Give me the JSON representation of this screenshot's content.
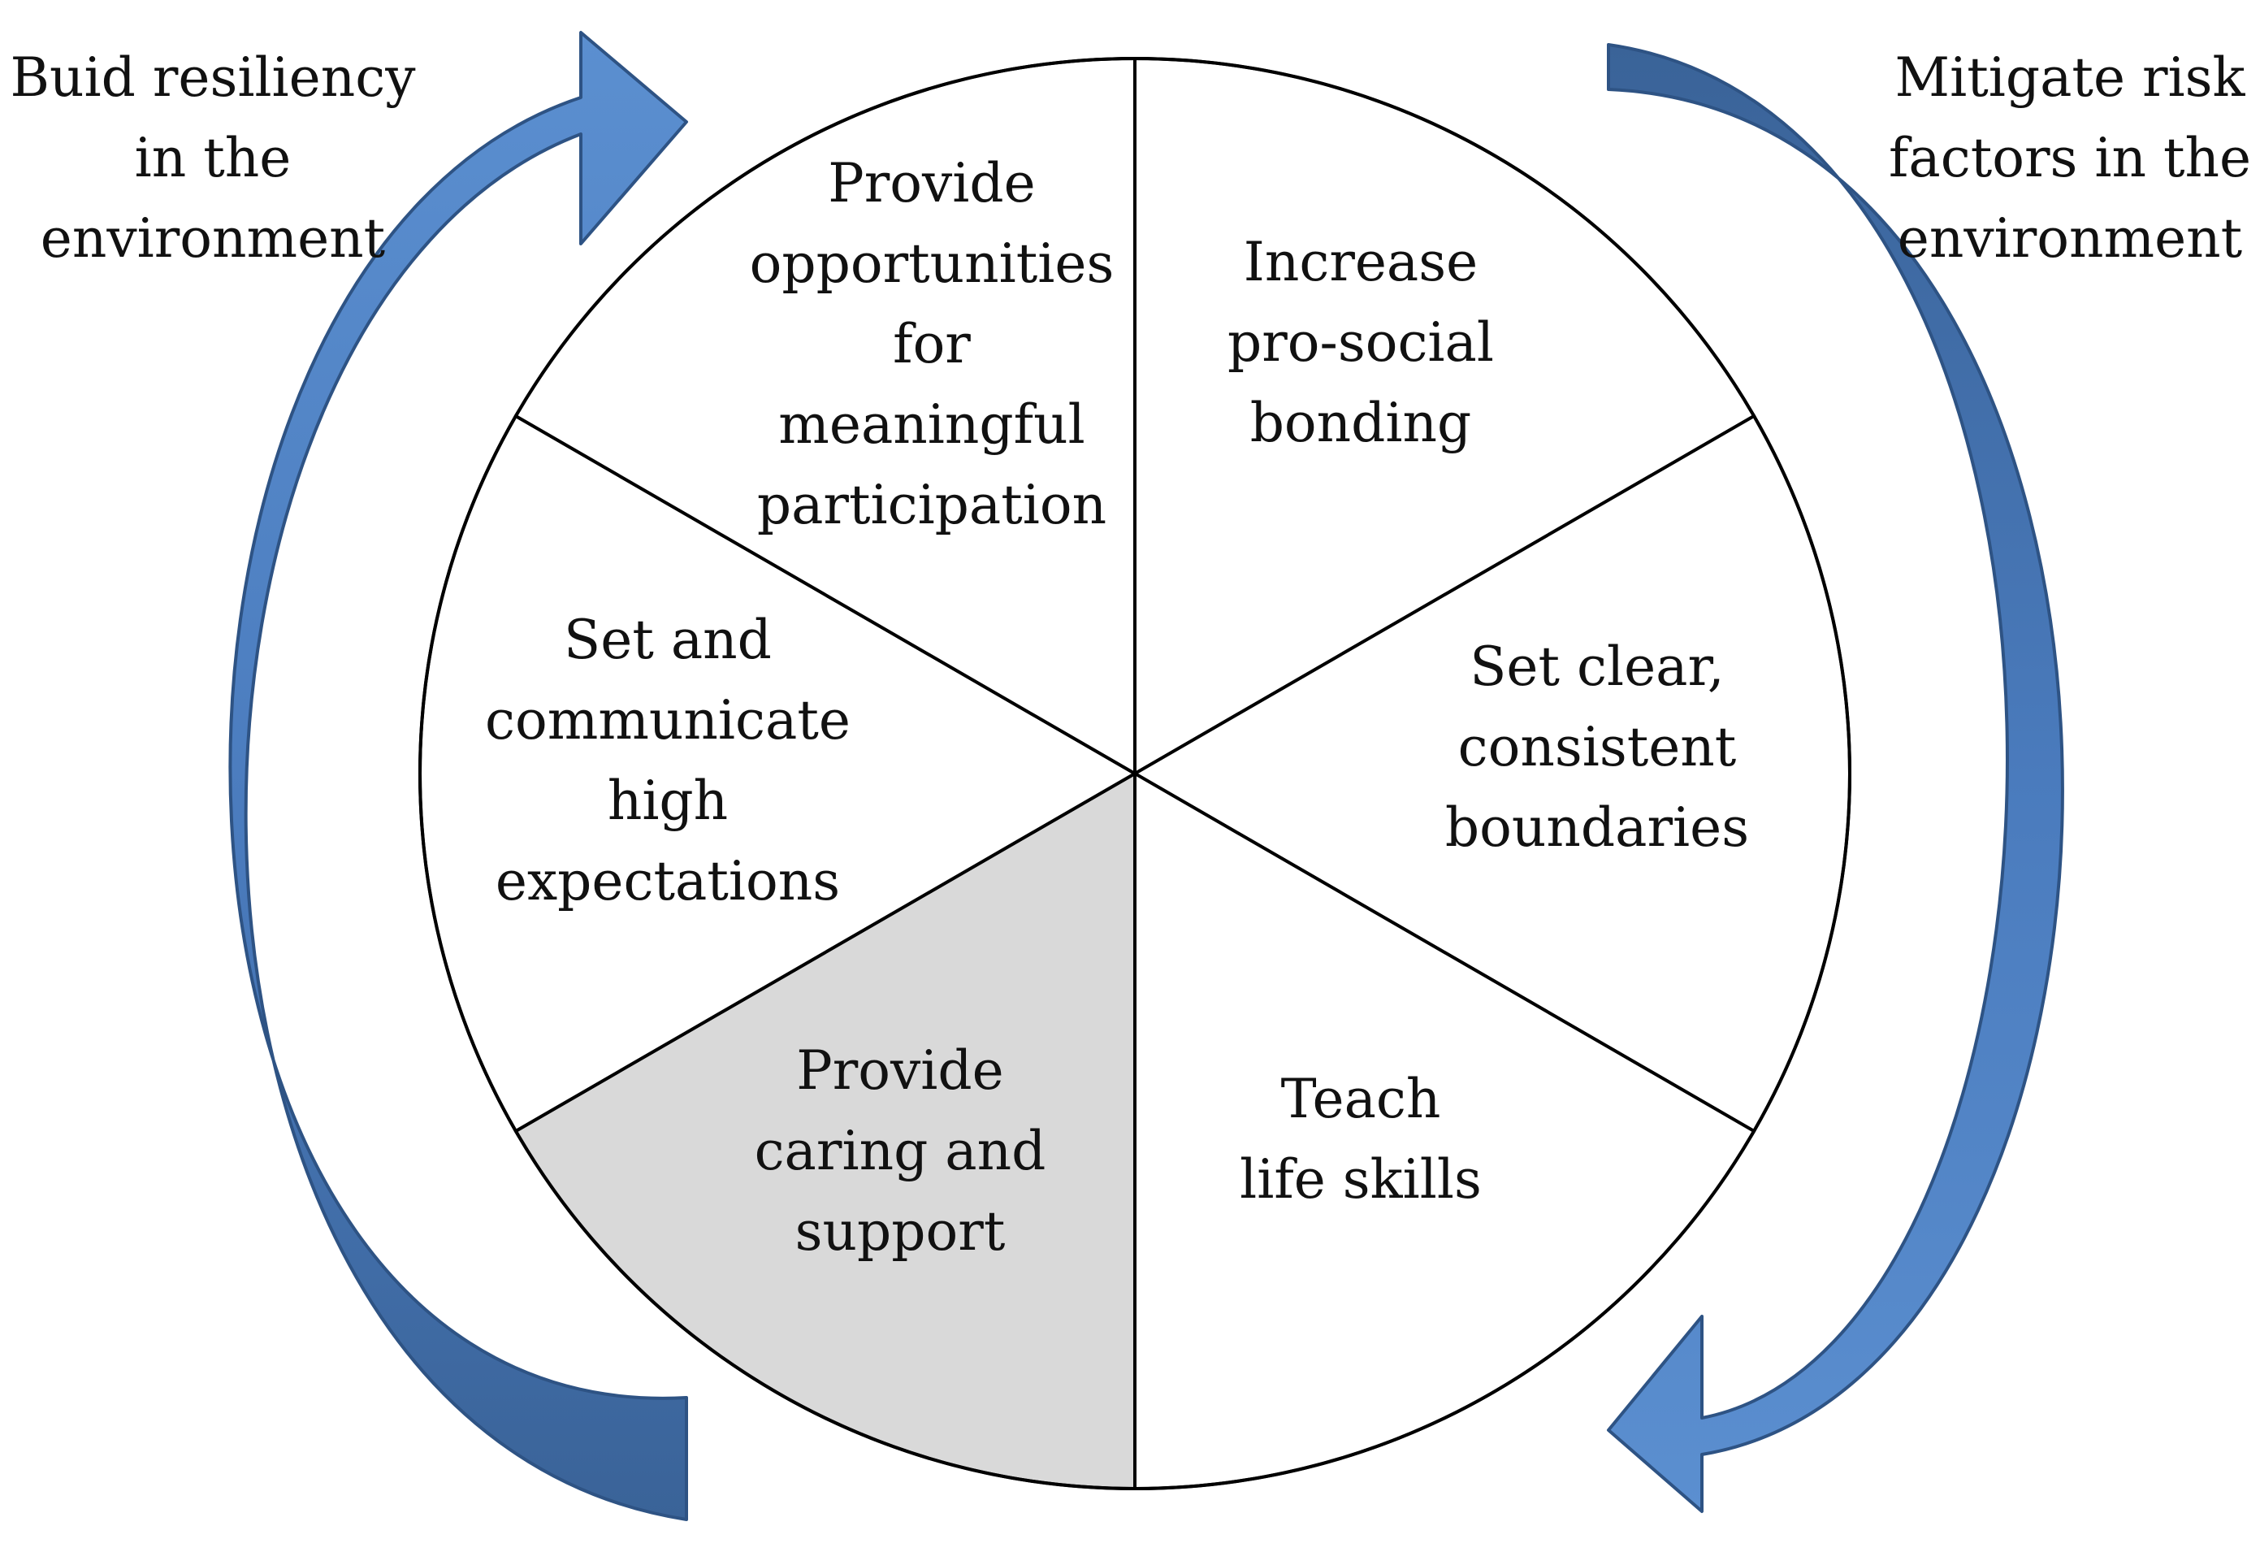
{
  "diagram": {
    "left_caption": [
      "Buid resiliency",
      "in the",
      "environment"
    ],
    "right_caption": [
      "Mitigate risk",
      "factors in the",
      "environment"
    ],
    "segments": [
      {
        "lines": [
          "Increase",
          "pro-social",
          "bonding"
        ],
        "fill": "#ffffff"
      },
      {
        "lines": [
          "Set clear,",
          "consistent",
          "boundaries"
        ],
        "fill": "#ffffff"
      },
      {
        "lines": [
          "Teach",
          "life skills"
        ],
        "fill": "#ffffff"
      },
      {
        "lines": [
          "Provide",
          "caring and",
          "support"
        ],
        "fill": "#d9d9d9"
      },
      {
        "lines": [
          "Set and",
          "communicate",
          "high",
          "expectations"
        ],
        "fill": "#ffffff"
      },
      {
        "lines": [
          "Provide",
          "opportunities",
          "for",
          "meaningful",
          "participation"
        ],
        "fill": "#ffffff"
      }
    ],
    "colors": {
      "arrow_light": "#5b8fd0",
      "arrow_dark": "#3a6398",
      "outline": "#000000",
      "highlight": "#d9d9d9"
    }
  }
}
